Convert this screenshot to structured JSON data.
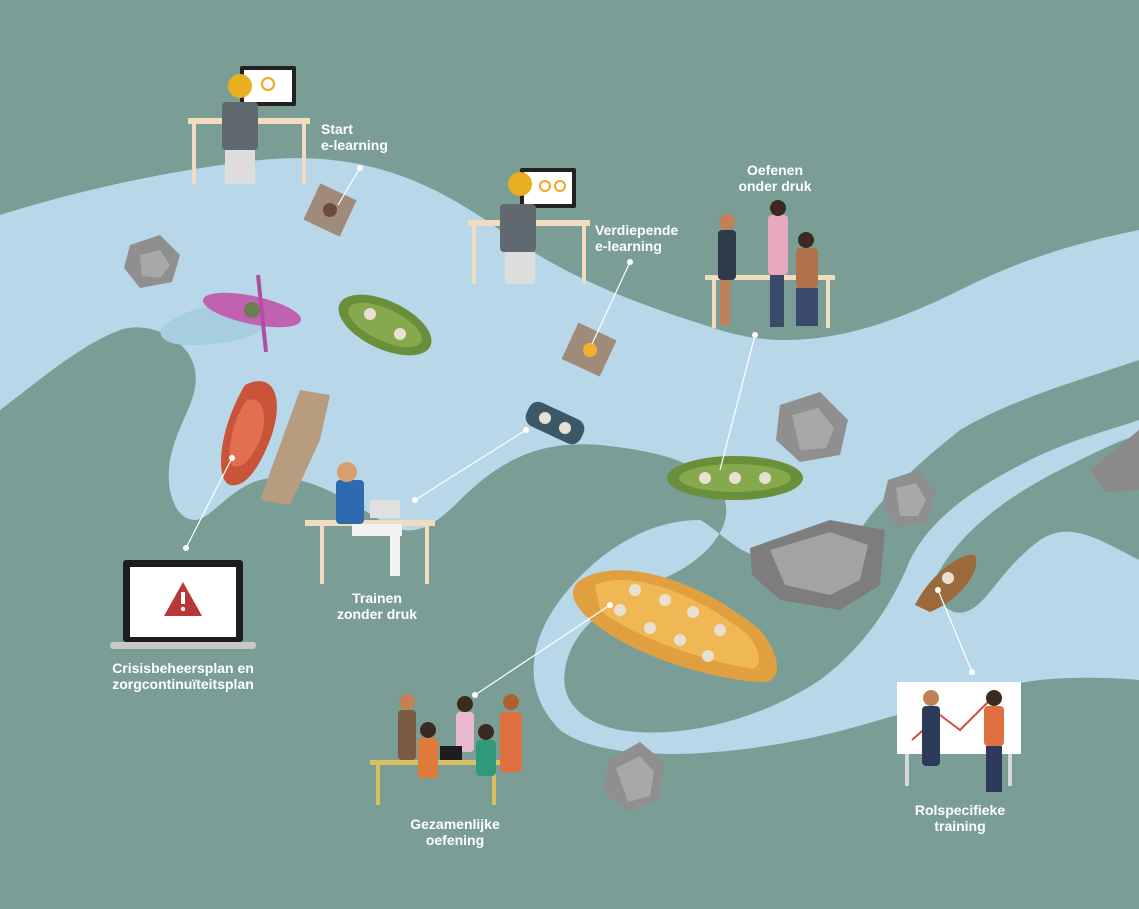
{
  "labels": {
    "start_elearning": [
      "Start",
      "e-learning"
    ],
    "verdiepende_elearning": [
      "Verdiepende",
      "e-learning"
    ],
    "oefenen_onder_druk": [
      "Oefenen",
      "onder druk"
    ],
    "trainen_zonder_druk": [
      "Trainen",
      "zonder druk"
    ],
    "crisisbeheersplan": [
      "Crisisbeheersplan en",
      "zorgcontinuïteitsplan"
    ],
    "gezamenlijke_oefening": [
      "Gezamenlijke",
      "oefening"
    ],
    "rolspecifieke_training": [
      "Rolspecifieke",
      "training"
    ]
  },
  "colors": {
    "land": "#7a9e96",
    "river": "#b8d8ea",
    "rock": "#9a9a9a",
    "label_text": "#ffffff",
    "warning": "#b8373a"
  },
  "icons": [
    "warning-icon",
    "lightbulb-icon",
    "gear-icon",
    "laptop-icon"
  ]
}
